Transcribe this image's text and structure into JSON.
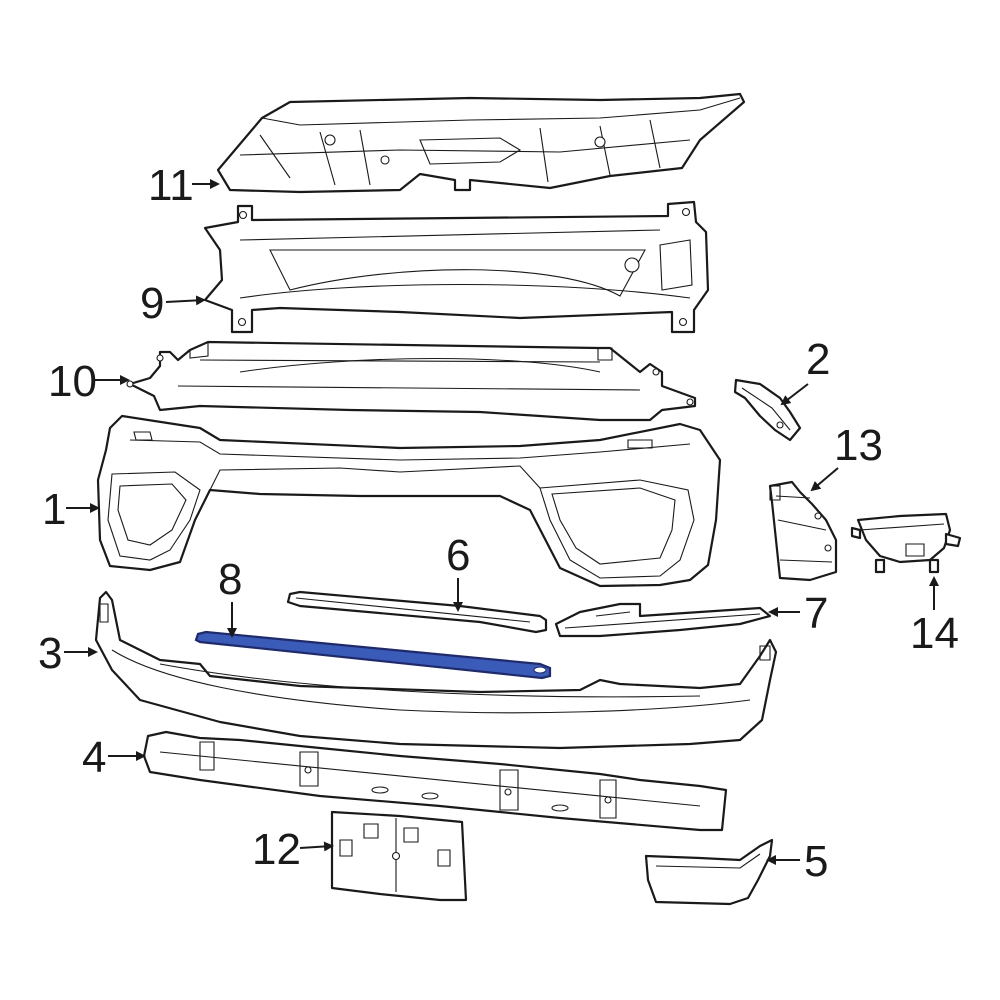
{
  "highlight_color": "#3a5bb8",
  "line_color": "#1a1a1a",
  "callouts": {
    "c1": "1",
    "c2": "2",
    "c3": "3",
    "c4": "4",
    "c5": "5",
    "c6": "6",
    "c7": "7",
    "c8": "8",
    "c9": "9",
    "c10": "10",
    "c11": "11",
    "c12": "12",
    "c13": "13",
    "c14": "14"
  },
  "highlighted_callout": "8"
}
